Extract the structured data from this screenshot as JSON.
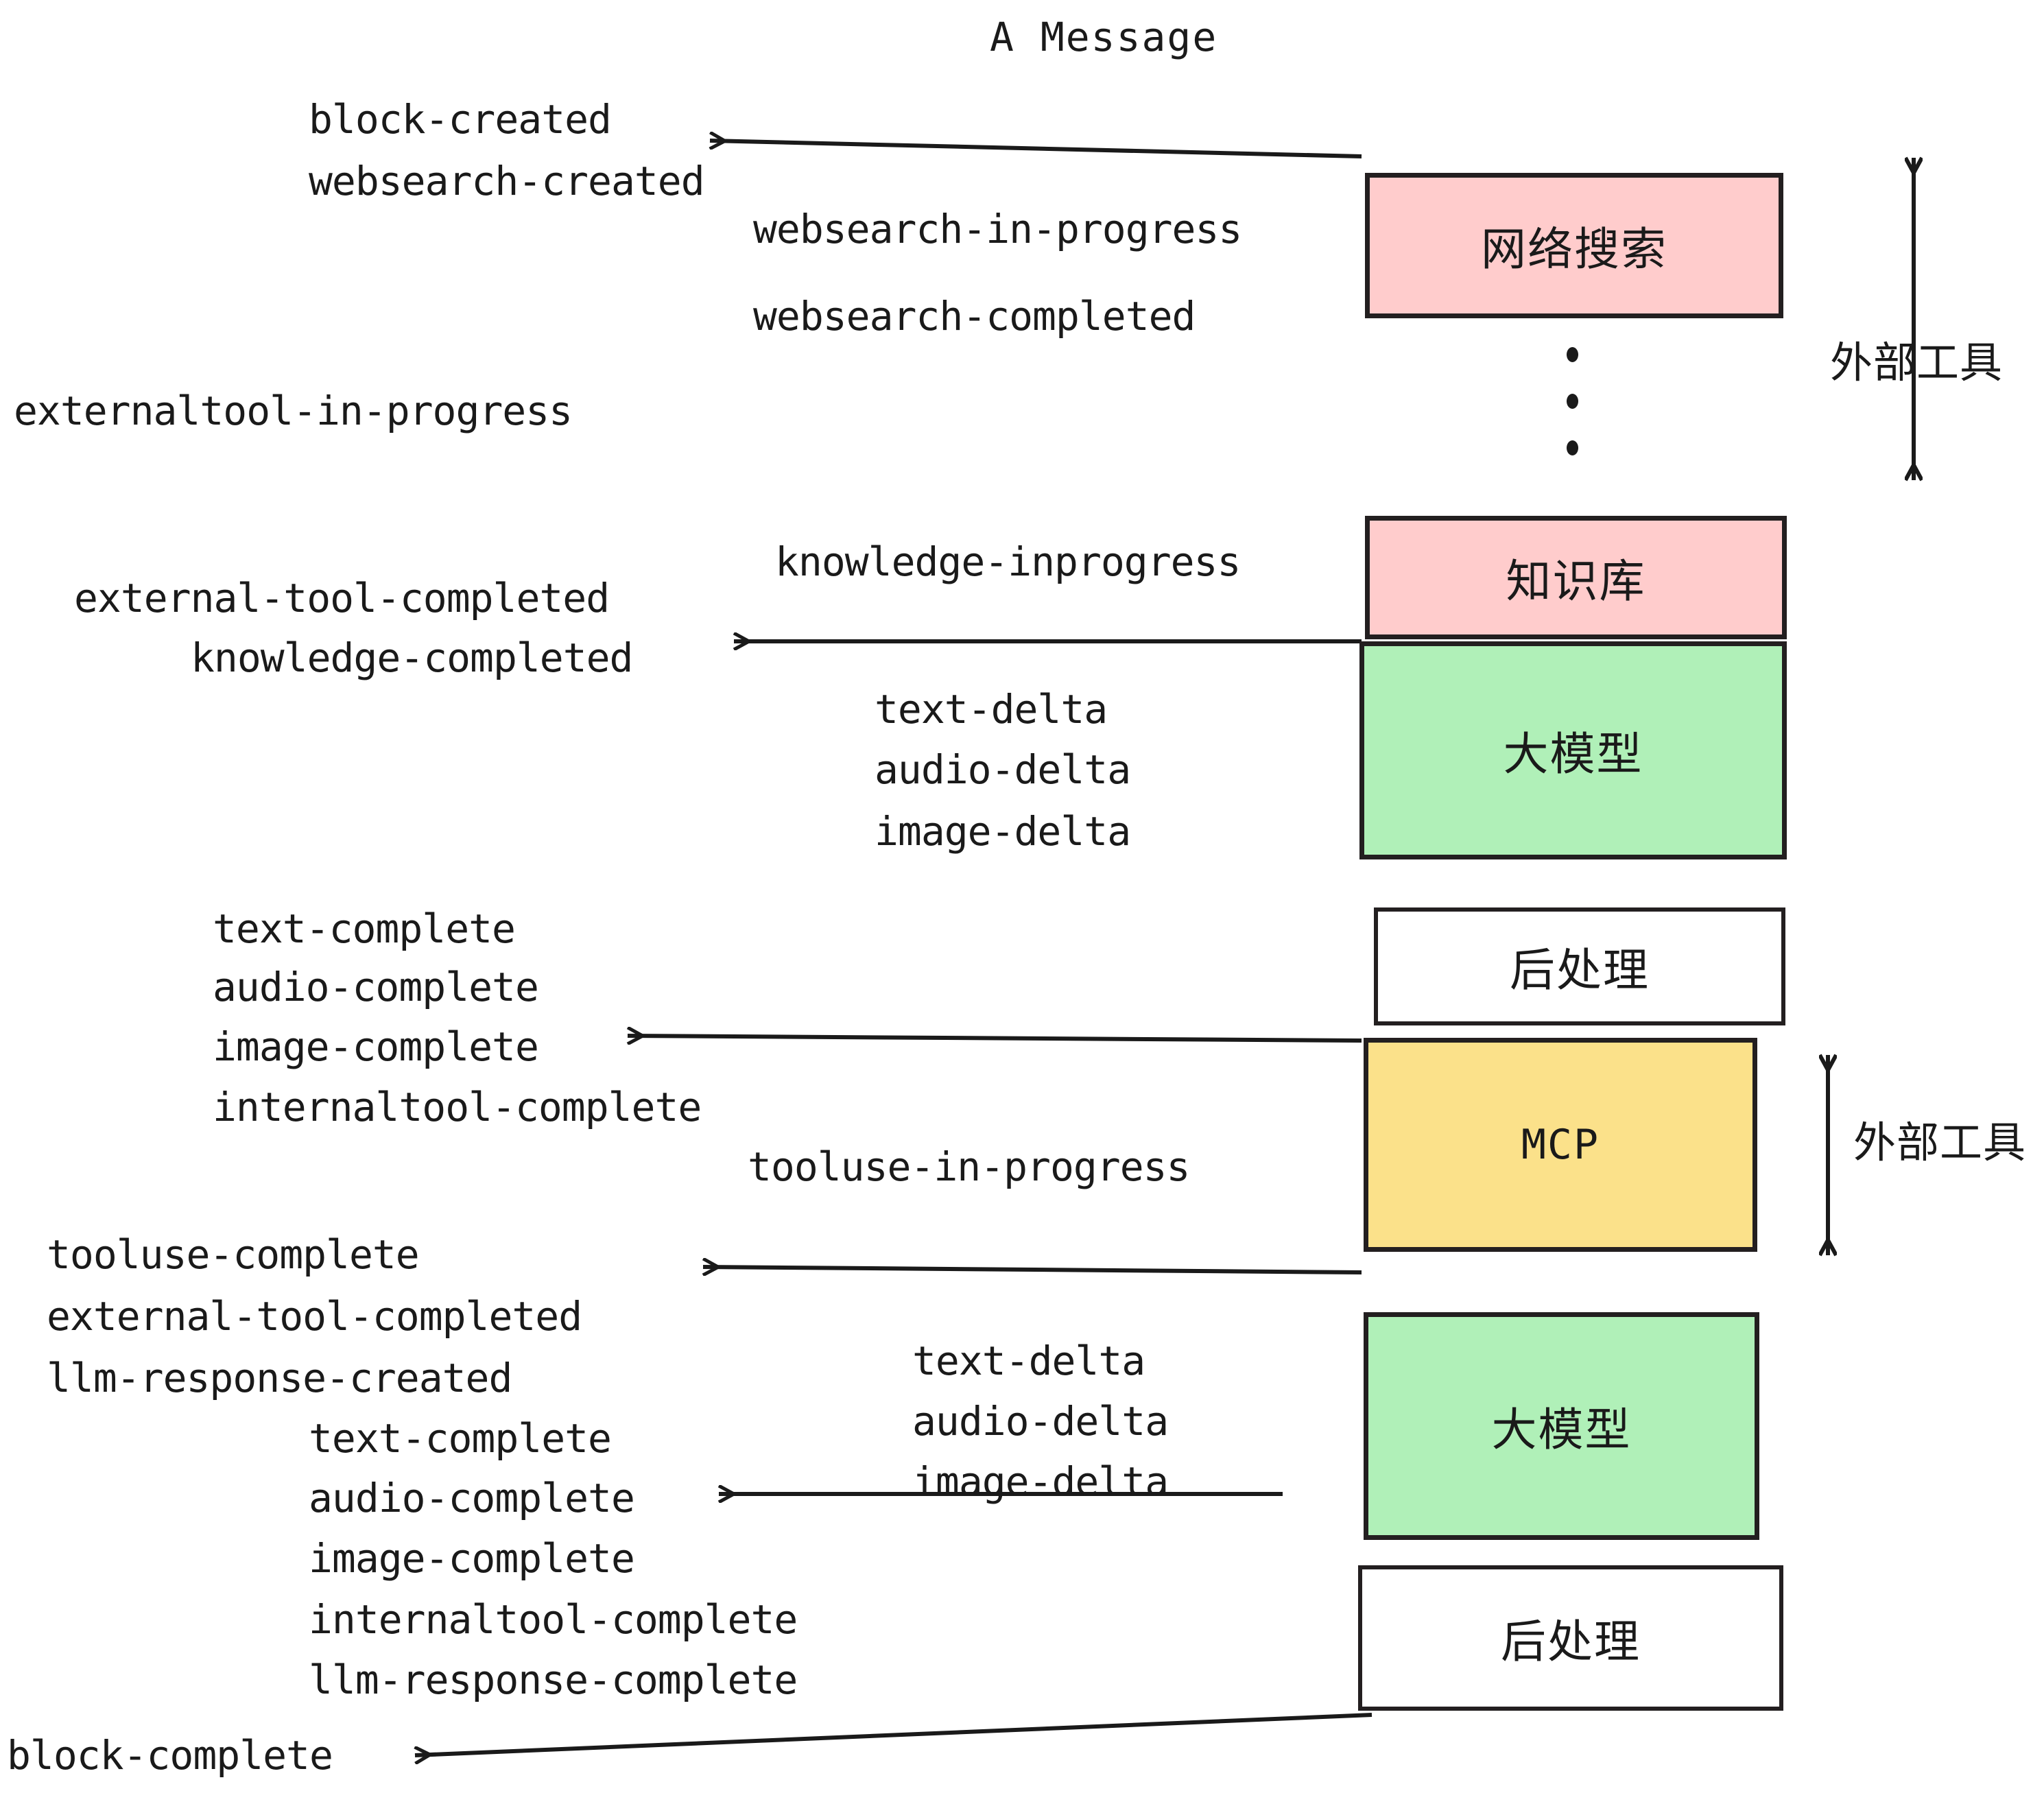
{
  "title": "A Message",
  "colors": {
    "pink": "#FFCCCC",
    "green": "#B0F0B8",
    "yellow": "#FBE18A",
    "white": "#FFFFFF",
    "stroke": "#231f20",
    "text": "#1a1a1a"
  },
  "boxes": [
    {
      "id": "websearch",
      "label": "网络搜索",
      "fill": "pink",
      "mono": false
    },
    {
      "id": "knowledge",
      "label": "知识库",
      "fill": "pink",
      "mono": false
    },
    {
      "id": "llm-top",
      "label": "大模型",
      "fill": "green",
      "mono": false
    },
    {
      "id": "post-top",
      "label": "后处理",
      "fill": "white",
      "mono": false
    },
    {
      "id": "mcp",
      "label": "MCP",
      "fill": "yellow",
      "mono": true
    },
    {
      "id": "llm-bottom",
      "label": "大模型",
      "fill": "green",
      "mono": false
    },
    {
      "id": "post-bottom",
      "label": "后处理",
      "fill": "white",
      "mono": false
    }
  ],
  "side_labels": [
    {
      "id": "external-tools-top",
      "label": "外部工具"
    },
    {
      "id": "external-tools-bottom",
      "label": "外部工具"
    }
  ],
  "events": [
    {
      "id": "block-created",
      "label": "block-created"
    },
    {
      "id": "websearch-created",
      "label": "websearch-created"
    },
    {
      "id": "websearch-in-progress",
      "label": "websearch-in-progress"
    },
    {
      "id": "websearch-completed",
      "label": "websearch-completed"
    },
    {
      "id": "externaltool-in-progress",
      "label": "externaltool-in-progress"
    },
    {
      "id": "knowledge-inprogress",
      "label": "knowledge-inprogress"
    },
    {
      "id": "external-tool-completed-1",
      "label": "external-tool-completed"
    },
    {
      "id": "knowledge-completed",
      "label": "knowledge-completed"
    },
    {
      "id": "text-delta-1",
      "label": "text-delta"
    },
    {
      "id": "audio-delta-1",
      "label": "audio-delta"
    },
    {
      "id": "image-delta-1",
      "label": "image-delta"
    },
    {
      "id": "text-complete-1",
      "label": "text-complete"
    },
    {
      "id": "audio-complete-1",
      "label": "audio-complete"
    },
    {
      "id": "image-complete-1",
      "label": "image-complete"
    },
    {
      "id": "internaltool-complete-1",
      "label": "internaltool-complete"
    },
    {
      "id": "tooluse-in-progress",
      "label": "tooluse-in-progress"
    },
    {
      "id": "tooluse-complete",
      "label": "tooluse-complete"
    },
    {
      "id": "external-tool-completed-2",
      "label": "external-tool-completed"
    },
    {
      "id": "llm-response-created",
      "label": "llm-response-created"
    },
    {
      "id": "text-delta-2",
      "label": "text-delta"
    },
    {
      "id": "audio-delta-2",
      "label": "audio-delta"
    },
    {
      "id": "image-delta-2",
      "label": "image-delta"
    },
    {
      "id": "text-complete-2",
      "label": "text-complete"
    },
    {
      "id": "audio-complete-2",
      "label": "audio-complete"
    },
    {
      "id": "image-complete-2",
      "label": "image-complete"
    },
    {
      "id": "internaltool-complete-2",
      "label": "internaltool-complete"
    },
    {
      "id": "llm-response-complete",
      "label": "llm-response-complete"
    },
    {
      "id": "block-complete",
      "label": "block-complete"
    }
  ]
}
